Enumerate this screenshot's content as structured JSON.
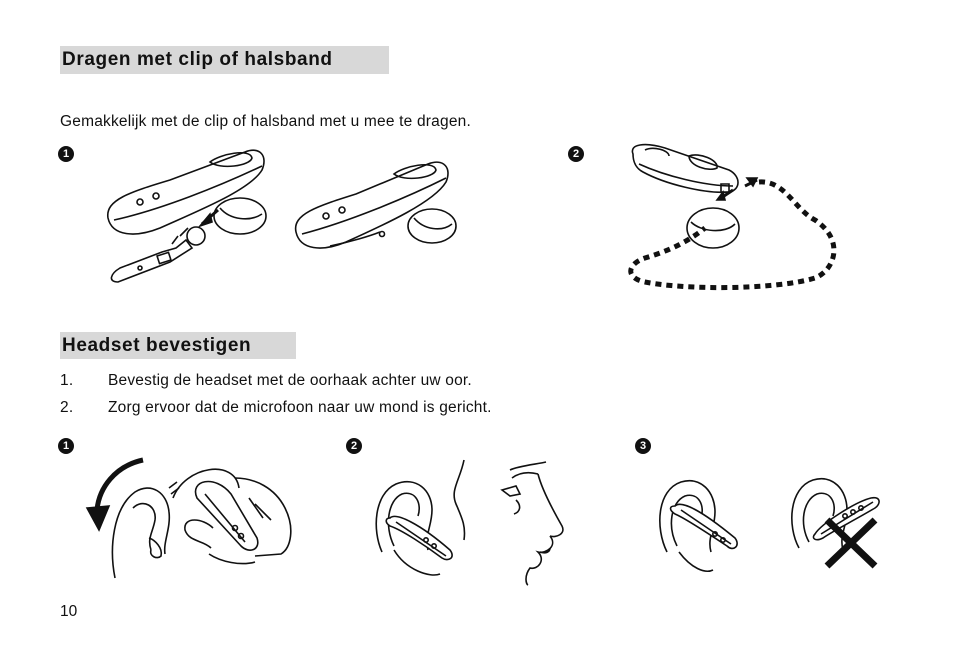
{
  "section_clip": {
    "title": "Dragen met clip of halsband",
    "intro": "Gemakkelijk met de clip of halsband met u mee te dragen.",
    "steps": [
      "1",
      "2"
    ]
  },
  "section_attach": {
    "title": "Headset bevestigen",
    "items": [
      {
        "num": "1.",
        "text": "Bevestig de headset met de oorhaak achter uw oor."
      },
      {
        "num": "2.",
        "text": "Zorg ervoor dat de microfoon naar uw mond is gericht."
      }
    ],
    "steps": [
      "1",
      "2",
      "3"
    ]
  },
  "page_number": "10"
}
